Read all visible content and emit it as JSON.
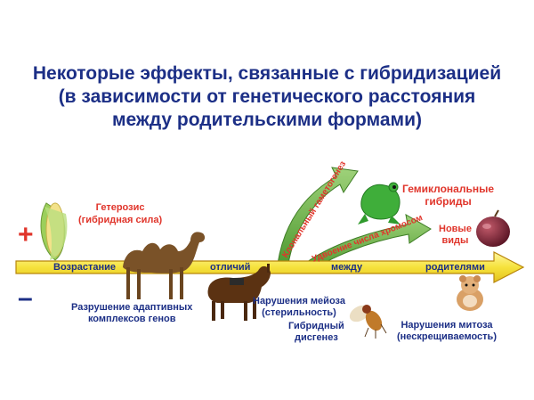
{
  "title": {
    "line1": "Некоторые эффекты, связанные с гибридизацией",
    "line2": "(в зависимости от генетического расстояния",
    "line3": "между родительскими формами)"
  },
  "axis": {
    "words": [
      "Возрастание",
      "отличий",
      "между",
      "родителями"
    ]
  },
  "signs": {
    "plus": "+",
    "minus": "–"
  },
  "positive_effects": {
    "heterosis_line1": "Гетерозис",
    "heterosis_line2": "(гибридная сила)",
    "clonal": "Клональный гаметогенез",
    "chromosome_doubling": "Удвоение числа хромосом",
    "hemiclonal_line1": "Гемиклональные",
    "hemiclonal_line2": "гибриды",
    "new_species_line1": "Новые",
    "new_species_line2": "виды"
  },
  "negative_effects": {
    "adaptive_line1": "Разрушение адаптивных",
    "adaptive_line2": "комплексов генов",
    "meiosis_line1": "Нарушения мейоза",
    "meiosis_line2": "(стерильность)",
    "dysgenesis_line1": "Гибридный",
    "dysgenesis_line2": "дисгенез",
    "mitosis_line1": "Нарушения митоза",
    "mitosis_line2": "(нескрещиваемость)"
  },
  "icons": [
    "corn-icon",
    "camel-icon",
    "mule-icon",
    "frog-icon",
    "plum-icon",
    "fly-icon",
    "hamster-icon"
  ],
  "colors": {
    "title": "#1c2f86",
    "positive": "#e0352b",
    "negative": "#1c2f86",
    "axis_fill": "#f6e23c",
    "axis_border": "#b8860b",
    "green_arrow": "#5aa83a"
  }
}
